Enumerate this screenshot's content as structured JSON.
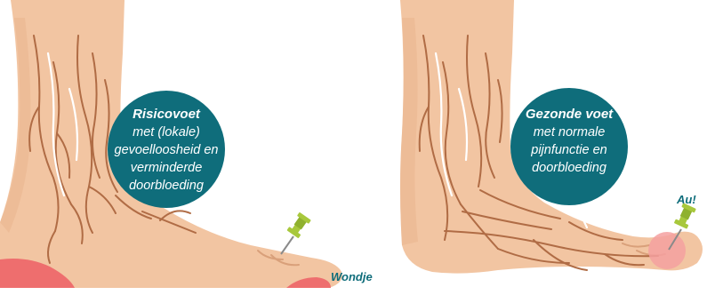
{
  "panels": {
    "left": {
      "title": "Risicovoet",
      "description_lines": [
        "met (lokale)",
        "gevoelloosheid en",
        "verminderde",
        "doorbloeding"
      ],
      "callout": "Wondje"
    },
    "right": {
      "title": "Gezonde voet",
      "description_lines": [
        "met normale",
        "pijnfunctie en",
        "doorbloeding"
      ],
      "callout": "Au!"
    }
  },
  "colors": {
    "skin": "#f2c5a2",
    "skin_shadow": "#e9b48e",
    "vein": "#b06c45",
    "nerve": "#ffffff",
    "circle": "#0f6d7b",
    "wound": "#ee6e6e",
    "pain_glow": "#f4a0a0",
    "pin_head": "#a8c83c",
    "pin_needle": "#8a8a8a"
  },
  "icons": {
    "left_pin": "push-pin-icon",
    "right_pin": "push-pin-icon"
  }
}
